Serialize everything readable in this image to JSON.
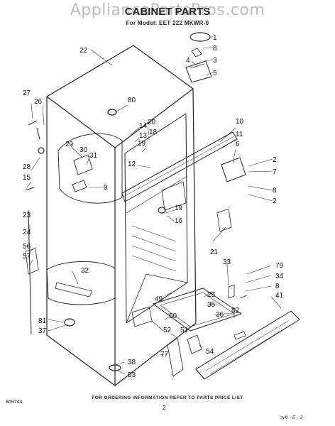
{
  "watermark": "AppliancePartsPros.com",
  "title": "CABINET PARTS",
  "subtitle": "For Model: EET 222 MKWR-0",
  "footer_note": "FOR ORDERING INFORMATION REFER TO PARTS PRICE LIST",
  "page_number": "2",
  "figure_id": "869744",
  "page_code": "зуб - Е · 2",
  "labels": {
    "l1": "1",
    "l8a": "8",
    "l3": "3",
    "l4": "4",
    "l5": "5",
    "l22": "22",
    "l27": "27",
    "l26": "26",
    "l80": "80",
    "l10": "10",
    "l11": "11",
    "l6": "6",
    "l2a": "2",
    "l7": "7",
    "l8b": "8",
    "l2b": "2",
    "l14": "14",
    "l13": "13",
    "l20": "20",
    "l18": "18",
    "l19a": "19",
    "l12": "12",
    "l29": "29",
    "l30": "30",
    "l31": "31",
    "l9": "9",
    "l28": "28",
    "l15": "15",
    "l23": "23",
    "l24": "24",
    "l19b": "19",
    "l16": "16",
    "l21": "21",
    "l56": "56",
    "l57": "57",
    "l32": "32",
    "l33": "33",
    "l79": "79",
    "l34": "34",
    "l8c": "8",
    "l41": "41",
    "l25": "25",
    "l35": "35",
    "l36": "36",
    "l82": "82",
    "l49": "49",
    "l81": "81",
    "l37": "37",
    "l50": "50",
    "l52": "52",
    "l51": "51",
    "l77": "77",
    "l54": "54",
    "l38": "38",
    "l53": "53"
  }
}
